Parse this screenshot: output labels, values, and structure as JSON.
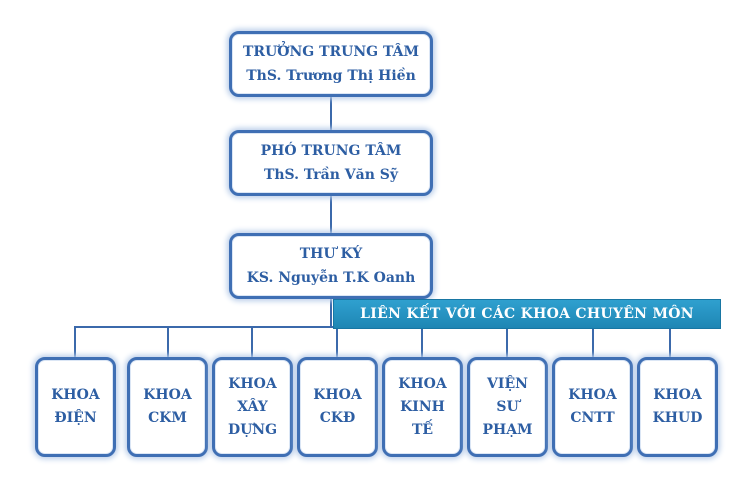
{
  "director": {
    "title": "TRƯỞNG TRUNG TÂM",
    "name": "ThS. Trương Thị Hiền"
  },
  "vice_director": {
    "title": "PHÓ TRUNG TÂM",
    "name": "ThS. Trần Văn Sỹ"
  },
  "secretary": {
    "title": "THƯ KÝ",
    "name": "KS. Nguyễn T.K Oanh"
  },
  "banner": {
    "label": "LIÊN KẾT VỚI CÁC KHOA CHUYÊN MÔN"
  },
  "faculties": [
    {
      "lines": [
        "KHOA",
        "ĐIỆN"
      ]
    },
    {
      "lines": [
        "KHOA",
        "CKM"
      ]
    },
    {
      "lines": [
        "KHOA",
        "XÂY",
        "DỰNG"
      ]
    },
    {
      "lines": [
        "KHOA",
        "CKĐ"
      ]
    },
    {
      "lines": [
        "KHOA",
        "KINH",
        "TẾ"
      ]
    },
    {
      "lines": [
        "VIỆN",
        "SƯ",
        "PHẠM"
      ]
    },
    {
      "lines": [
        "KHOA",
        "CNTT"
      ]
    },
    {
      "lines": [
        "KHOA",
        "KHUD"
      ]
    }
  ],
  "colors": {
    "box_border": "#3f6fb4",
    "text": "#2d5ea3",
    "banner": "#2196c6",
    "connector": "#3b69ab"
  }
}
